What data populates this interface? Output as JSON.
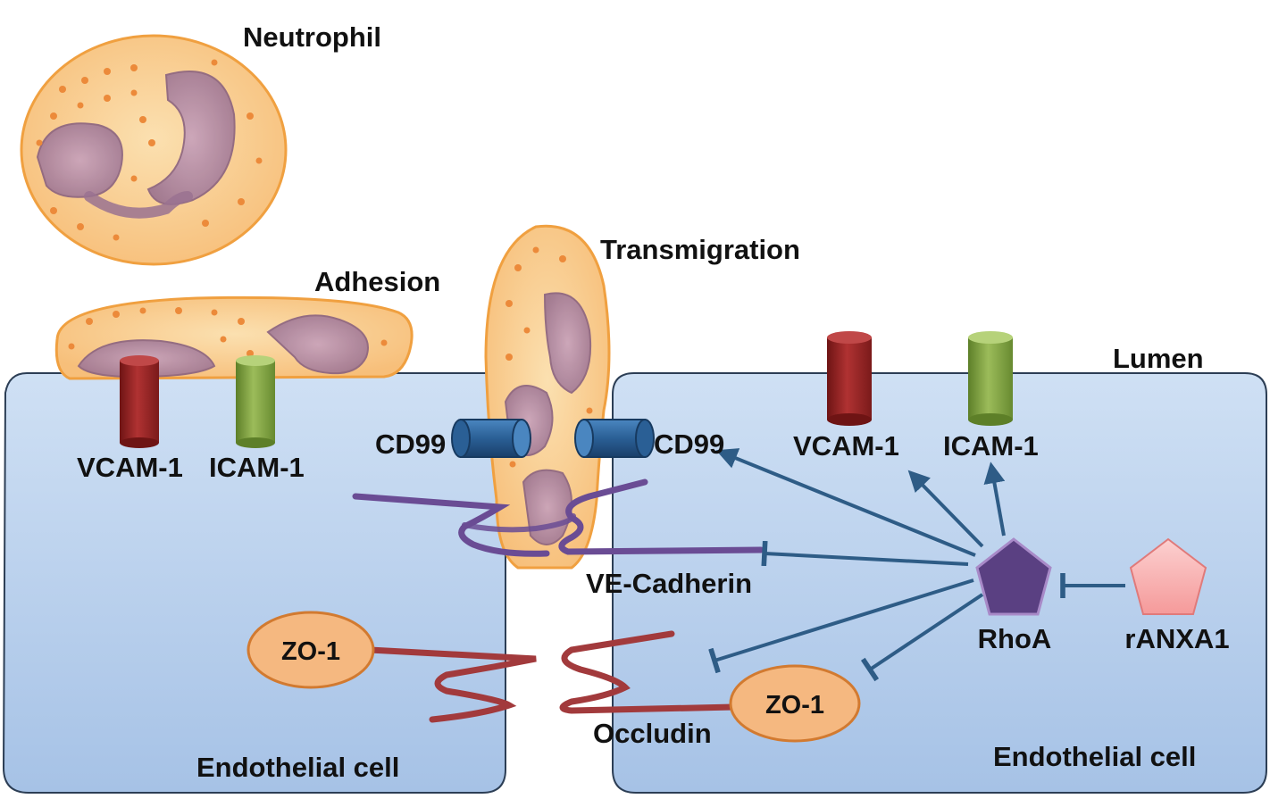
{
  "labels": {
    "neutrophil": "Neutrophil",
    "adhesion": "Adhesion",
    "transmigration": "Transmigration",
    "lumen": "Lumen",
    "cd99_left": "CD99",
    "cd99_right": "CD99",
    "vcam_left": "VCAM-1",
    "icam_left": "ICAM-1",
    "vcam_right": "VCAM-1",
    "icam_right": "ICAM-1",
    "ve_cadherin": "VE-Cadherin",
    "zo1_left": "ZO-1",
    "zo1_right": "ZO-1",
    "occludin": "Occludin",
    "rhoa": "RhoA",
    "ranxa1": "rANXA1",
    "endothelial_left": "Endothelial cell",
    "endothelial_right": "Endothelial cell"
  },
  "colors": {
    "cell_fill_top": "#c9dcf2",
    "cell_fill_bottom": "#a9c4e6",
    "cell_stroke": "#2c3e55",
    "neutrophil_fill": "#f9c98a",
    "neutrophil_edge": "#f0a040",
    "granule": "#ec8a3a",
    "nucleus": "#a5809a",
    "vcam": "#8c2020",
    "icam": "#7a9c3c",
    "cd99": "#2a5f95",
    "ve_cadherin": "#6a4c94",
    "occludin": "#a23a3c",
    "zo1_fill": "#f5b880",
    "arrow": "#2e5c86",
    "rhoa": "#5a4082",
    "ranxa1": "#f7a8a8"
  },
  "relations": [
    {
      "from": "RhoA",
      "to": "CD99",
      "type": "activates"
    },
    {
      "from": "RhoA",
      "to": "VCAM-1",
      "type": "activates"
    },
    {
      "from": "RhoA",
      "to": "ICAM-1",
      "type": "activates"
    },
    {
      "from": "RhoA",
      "to": "VE-Cadherin",
      "type": "inhibits"
    },
    {
      "from": "RhoA",
      "to": "Occludin",
      "type": "inhibits"
    },
    {
      "from": "RhoA",
      "to": "ZO-1",
      "type": "inhibits"
    },
    {
      "from": "rANXA1",
      "to": "RhoA",
      "type": "inhibits"
    }
  ]
}
